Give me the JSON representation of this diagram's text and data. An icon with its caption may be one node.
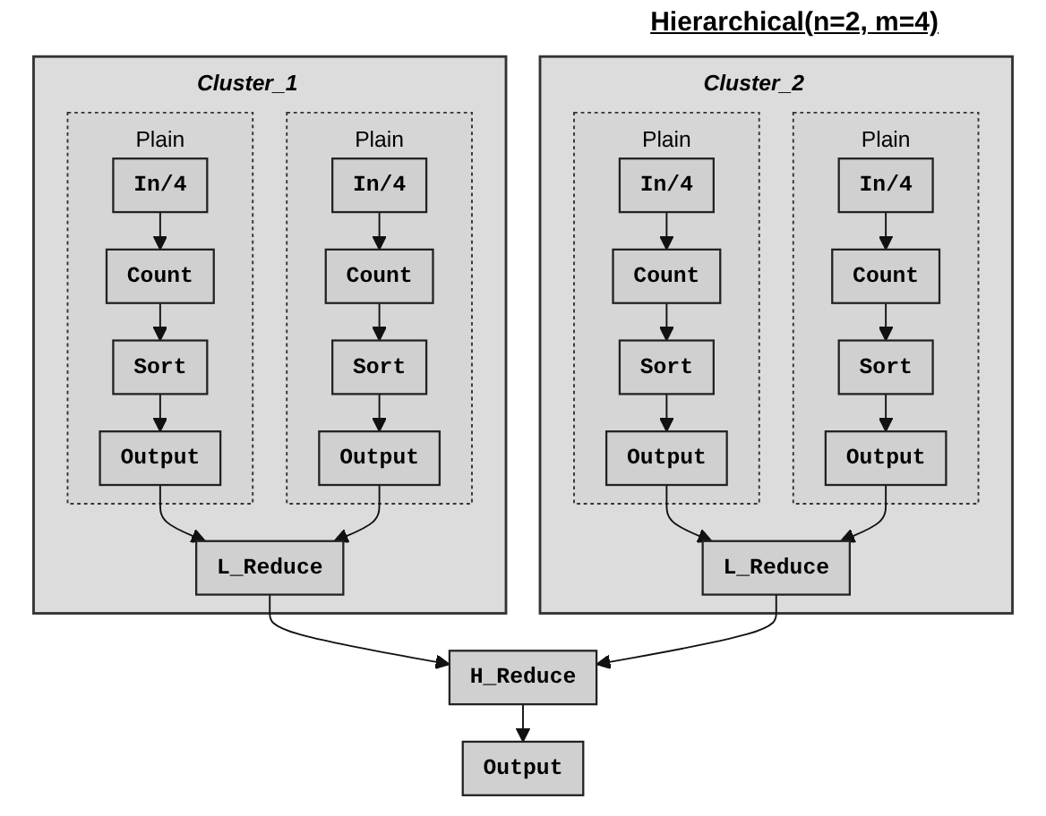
{
  "diagram": {
    "title": "Hierarchical(n=2, m=4)",
    "nodes": [
      {
        "text": [
          "Cluster_1"
        ]
      },
      {
        "text": [
          "Plain"
        ],
        "in": 0
      },
      {
        "text": [
          "In/4"
        ],
        "in": 1
      },
      {
        "text": [
          "Count"
        ],
        "in": 1
      },
      {
        "text": [
          "Sort"
        ],
        "in": 1
      },
      {
        "text": [
          "Output"
        ],
        "in": 1
      },
      {
        "text": [
          "Plain"
        ],
        "in": 0
      },
      {
        "text": [
          "In/4"
        ],
        "in": 6
      },
      {
        "text": [
          "Count"
        ],
        "in": 6
      },
      {
        "text": [
          "Sort"
        ],
        "in": 6
      },
      {
        "text": [
          "Output"
        ],
        "in": 6
      },
      {
        "text": [
          "L_Reduce"
        ],
        "in": 0
      },
      {
        "text": [
          "Cluster_2"
        ]
      },
      {
        "text": [
          "Plain"
        ],
        "in": 12
      },
      {
        "text": [
          "In/4"
        ],
        "in": 13
      },
      {
        "text": [
          "Count"
        ],
        "in": 13
      },
      {
        "text": [
          "Sort"
        ],
        "in": 13
      },
      {
        "text": [
          "Output"
        ],
        "in": 13
      },
      {
        "text": [
          "Plain"
        ],
        "in": 12
      },
      {
        "text": [
          "In/4"
        ],
        "in": 18
      },
      {
        "text": [
          "Count"
        ],
        "in": 18
      },
      {
        "text": [
          "Sort"
        ],
        "in": 18
      },
      {
        "text": [
          "Output"
        ],
        "in": 18
      },
      {
        "text": [
          "L_Reduce"
        ],
        "in": 12
      },
      {
        "text": [
          "H_Reduce"
        ]
      },
      {
        "text": [
          "Output"
        ]
      }
    ],
    "edges": [
      {
        "from": 2,
        "to": 3,
        "arrow": "to"
      },
      {
        "from": 3,
        "to": 4,
        "arrow": "to"
      },
      {
        "from": 4,
        "to": 5,
        "arrow": "to"
      },
      {
        "from": 7,
        "to": 8,
        "arrow": "to"
      },
      {
        "from": 8,
        "to": 9,
        "arrow": "to"
      },
      {
        "from": 9,
        "to": 10,
        "arrow": "to"
      },
      {
        "from": 5,
        "to": 11,
        "arrow": "to"
      },
      {
        "from": 10,
        "to": 11,
        "arrow": "to"
      },
      {
        "from": 14,
        "to": 15,
        "arrow": "to"
      },
      {
        "from": 15,
        "to": 16,
        "arrow": "to"
      },
      {
        "from": 16,
        "to": 17,
        "arrow": "to"
      },
      {
        "from": 19,
        "to": 20,
        "arrow": "to"
      },
      {
        "from": 20,
        "to": 21,
        "arrow": "to"
      },
      {
        "from": 21,
        "to": 22,
        "arrow": "to"
      },
      {
        "from": 17,
        "to": 23,
        "arrow": "to"
      },
      {
        "from": 22,
        "to": 23,
        "arrow": "to"
      },
      {
        "from": 11,
        "to": 24,
        "arrow": "to"
      },
      {
        "from": 23,
        "to": 24,
        "arrow": "to"
      },
      {
        "from": 24,
        "to": 25,
        "arrow": "to"
      }
    ]
  }
}
